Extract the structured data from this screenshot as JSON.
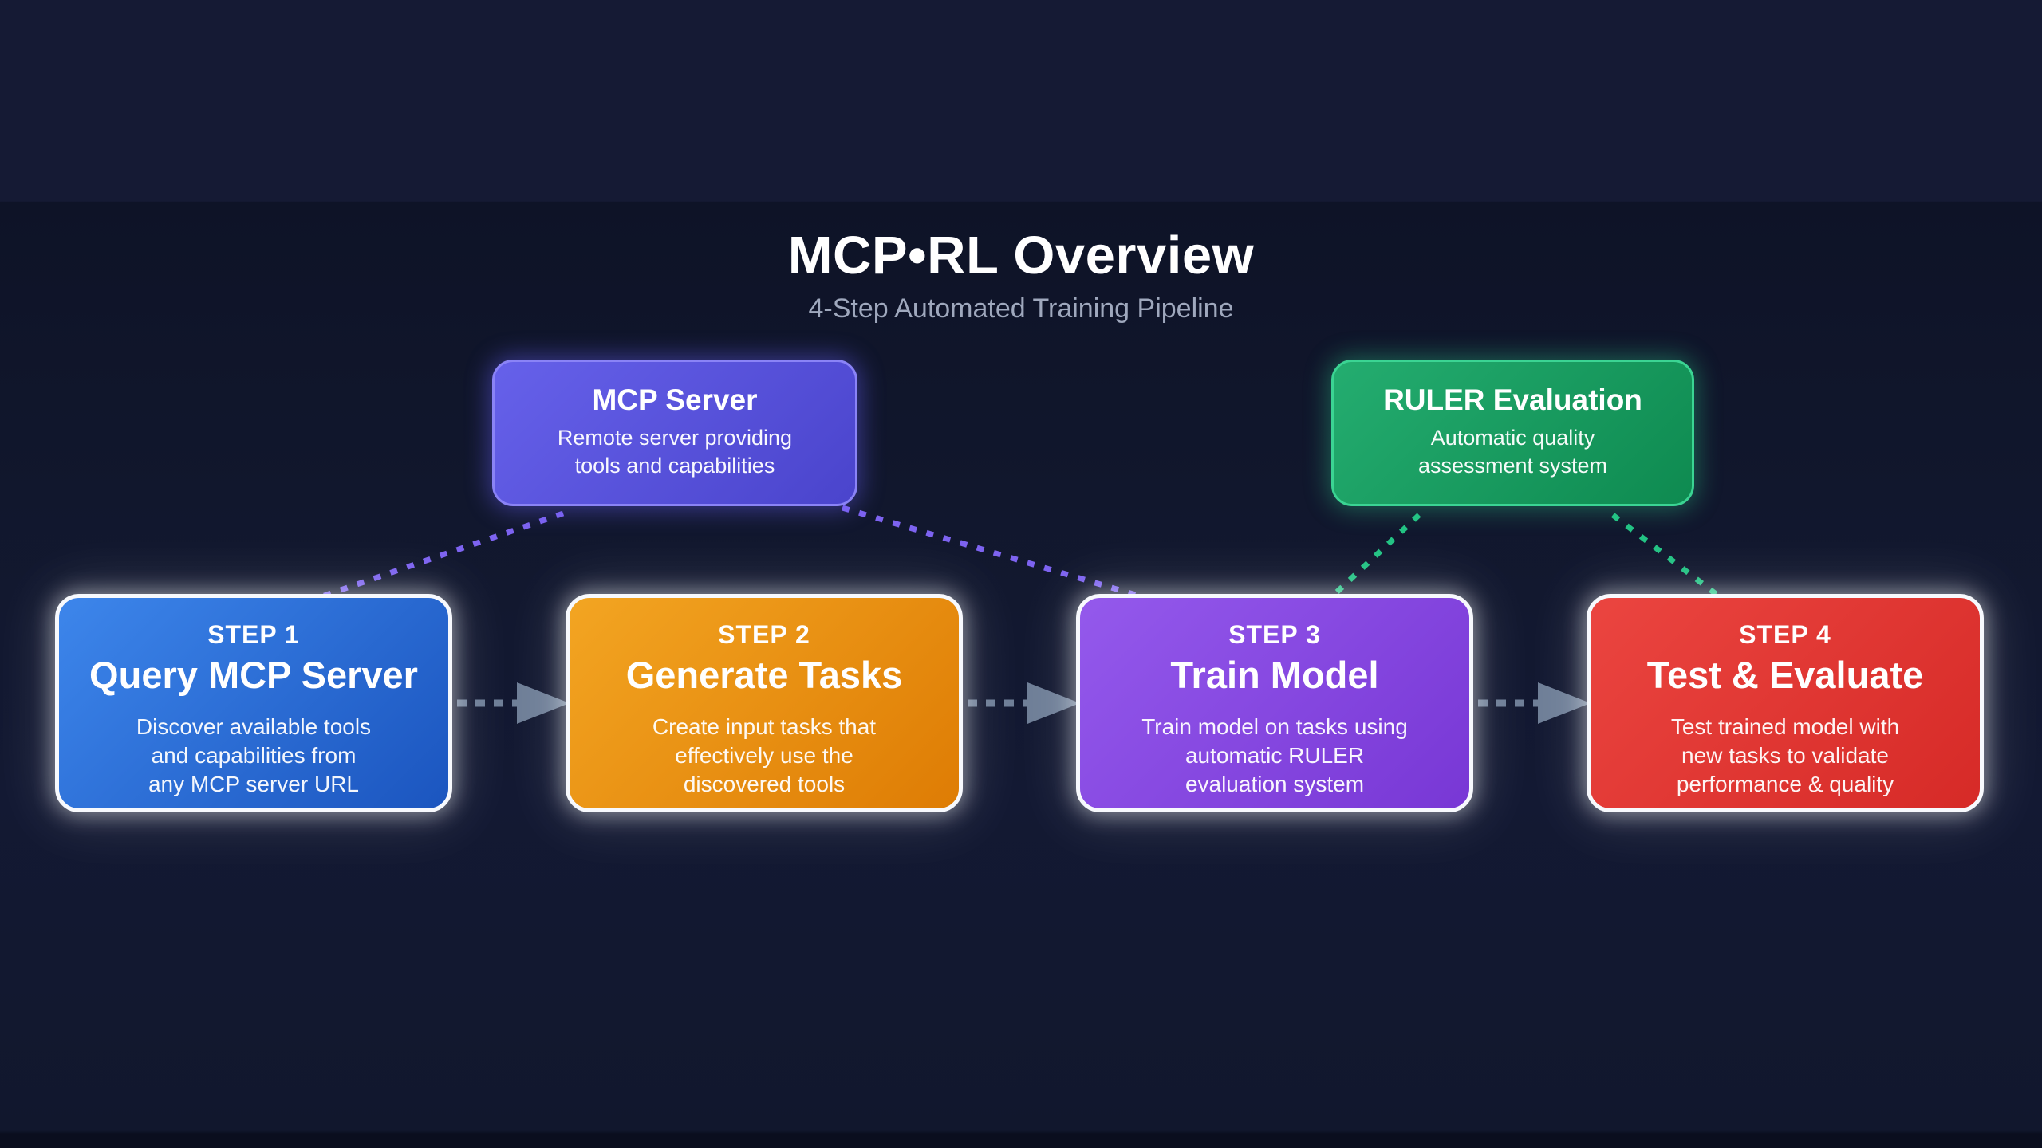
{
  "header": {
    "title": "MCP•RL Overview",
    "subtitle": "4-Step Automated Training Pipeline",
    "title_color": "#ffffff",
    "subtitle_color": "#9fa8bd"
  },
  "resources": [
    {
      "title": "MCP Server",
      "description": "Remote server providing\ntools and capabilities",
      "fill_start": "#6661ea",
      "fill_end": "#4a44cc",
      "border": "#8a83f6",
      "glow": "rgba(106,97,255,0.45)"
    },
    {
      "title": "RULER Evaluation",
      "description": "Automatic quality\nassessment system",
      "fill_start": "#24ad70",
      "fill_end": "#0e8a50",
      "border": "#3bd493",
      "glow": "rgba(46,204,138,0.4)"
    }
  ],
  "steps": [
    {
      "label": "STEP 1",
      "title": "Query MCP Server",
      "description": "Discover available tools\nand capabilities from\nany MCP server URL",
      "fill_start": "#3d86eb",
      "fill_end": "#1b55bf"
    },
    {
      "label": "STEP 2",
      "title": "Generate Tasks",
      "description": "Create input tasks that\neffectively use the\ndiscovered tools",
      "fill_start": "#f3a522",
      "fill_end": "#de7c04"
    },
    {
      "label": "STEP 3",
      "title": "Train Model",
      "description": "Train model on tasks using\nautomatic RULER\nevaluation system",
      "fill_start": "#9459ec",
      "fill_end": "#7837d5"
    },
    {
      "label": "STEP 4",
      "title": "Test & Evaluate",
      "description": "Test trained model with\nnew tasks to validate\nperformance & quality",
      "fill_start": "#eb4540",
      "fill_end": "#d62a27"
    }
  ],
  "connectors": {
    "mcp_line_color": "#7d63f0",
    "ruler_line_color": "#23c384",
    "arrow_color": "#6e7e97"
  },
  "background": {
    "top_band": "#151a34",
    "main": "#11172d",
    "bottom_strip": "#0a0e1e"
  }
}
